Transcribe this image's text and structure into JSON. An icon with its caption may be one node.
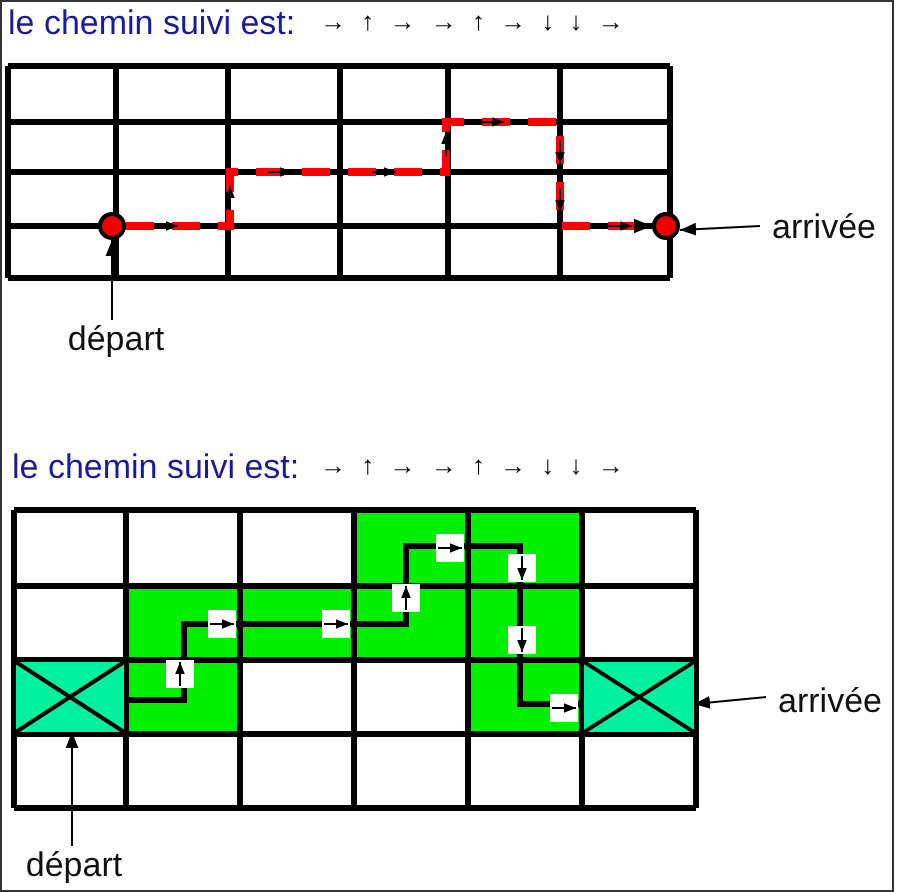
{
  "diagram": {
    "nodes": [
      {
        "text": [],
        "shape": "circle"
      },
      {
        "text": [],
        "shape": "circle"
      },
      {
        "text": [
          "départ"
        ]
      },
      {
        "text": [
          "arrivée"
        ]
      },
      {
        "text": [],
        "shape": "box"
      },
      {
        "text": [],
        "shape": "box"
      },
      {
        "text": [
          "départ"
        ]
      },
      {
        "text": [
          "arrivée"
        ]
      }
    ],
    "edges": [
      {
        "from": 0,
        "to": 1,
        "arrow": "to",
        "style": "dashed",
        "color": "#ff0000"
      },
      {
        "from": 2,
        "to": 0,
        "arrow": "to"
      },
      {
        "from": 3,
        "to": 1,
        "arrow": "to"
      },
      {
        "from": 4,
        "to": 5,
        "arrow": "to",
        "style": "thick"
      },
      {
        "from": 6,
        "to": 4,
        "arrow": "to"
      },
      {
        "from": 7,
        "to": 5,
        "arrow": "to"
      }
    ],
    "labels": [
      "le chemin suivi est:",
      "→ ↑ → → ↑ → ↓ ↓ →",
      "le chemin suivi est:",
      "→ ↑ → → ↑ → ↓ ↓ →"
    ]
  }
}
